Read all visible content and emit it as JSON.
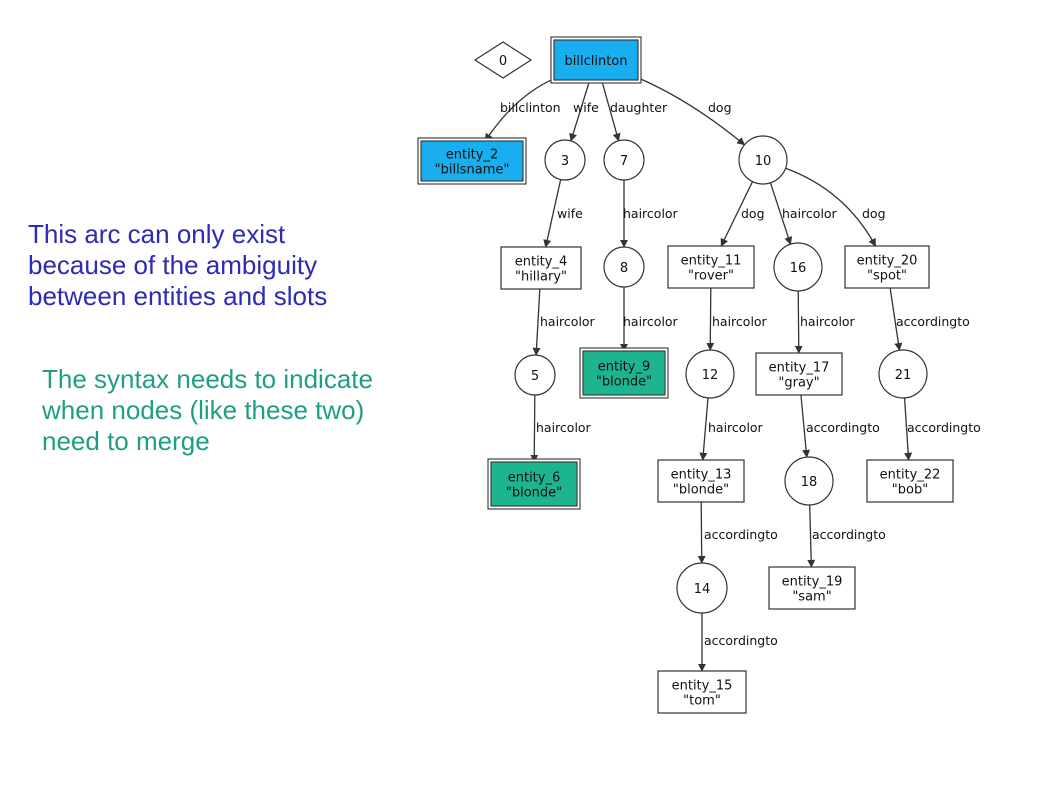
{
  "notes": {
    "arc_note": [
      "This arc can only exist",
      "because of the ambiguity",
      "between entities and slots"
    ],
    "merge_note": [
      "The syntax needs to indicate",
      "when nodes (like these two)",
      "need to merge"
    ]
  },
  "colors": {
    "highlight_blue": "#18aef0",
    "highlight_green": "#1db58f",
    "note_blue": "#2b2bb3",
    "note_green": "#1f9e86",
    "stroke": "#333333"
  },
  "graph": {
    "nodes": [
      {
        "id": "n0",
        "shape": "diamond",
        "lines": [
          "0"
        ]
      },
      {
        "id": "billclinton",
        "shape": "box",
        "style": "blue",
        "lines": [
          "billclinton"
        ]
      },
      {
        "id": "entity_2",
        "shape": "box",
        "style": "blue",
        "lines": [
          "entity_2",
          "\"billsname\""
        ]
      },
      {
        "id": "n3",
        "shape": "circle",
        "lines": [
          "3"
        ]
      },
      {
        "id": "n7",
        "shape": "circle",
        "lines": [
          "7"
        ]
      },
      {
        "id": "n10",
        "shape": "circle",
        "lines": [
          "10"
        ]
      },
      {
        "id": "entity_4",
        "shape": "box",
        "lines": [
          "entity_4",
          "\"hillary\""
        ]
      },
      {
        "id": "n8",
        "shape": "circle",
        "lines": [
          "8"
        ]
      },
      {
        "id": "entity_11",
        "shape": "box",
        "lines": [
          "entity_11",
          "\"rover\""
        ]
      },
      {
        "id": "n16",
        "shape": "circle",
        "lines": [
          "16"
        ]
      },
      {
        "id": "entity_20",
        "shape": "box",
        "lines": [
          "entity_20",
          "\"spot\""
        ]
      },
      {
        "id": "n5",
        "shape": "circle",
        "lines": [
          "5"
        ]
      },
      {
        "id": "entity_9",
        "shape": "box",
        "style": "green",
        "lines": [
          "entity_9",
          "\"blonde\""
        ]
      },
      {
        "id": "n12",
        "shape": "circle",
        "lines": [
          "12"
        ]
      },
      {
        "id": "entity_17",
        "shape": "box",
        "lines": [
          "entity_17",
          "\"gray\""
        ]
      },
      {
        "id": "n21",
        "shape": "circle",
        "lines": [
          "21"
        ]
      },
      {
        "id": "entity_6",
        "shape": "box",
        "style": "green",
        "lines": [
          "entity_6",
          "\"blonde\""
        ]
      },
      {
        "id": "entity_13",
        "shape": "box",
        "lines": [
          "entity_13",
          "\"blonde\""
        ]
      },
      {
        "id": "n18",
        "shape": "circle",
        "lines": [
          "18"
        ]
      },
      {
        "id": "entity_22",
        "shape": "box",
        "lines": [
          "entity_22",
          "\"bob\""
        ]
      },
      {
        "id": "n14",
        "shape": "circle",
        "lines": [
          "14"
        ]
      },
      {
        "id": "entity_19",
        "shape": "box",
        "lines": [
          "entity_19",
          "\"sam\""
        ]
      },
      {
        "id": "entity_15",
        "shape": "box",
        "lines": [
          "entity_15",
          "\"tom\""
        ]
      }
    ],
    "edges": [
      {
        "from": "billclinton",
        "to": "entity_2",
        "label": "billclinton"
      },
      {
        "from": "billclinton",
        "to": "n3",
        "label": "wife"
      },
      {
        "from": "billclinton",
        "to": "n7",
        "label": "daughter"
      },
      {
        "from": "billclinton",
        "to": "n10",
        "label": "dog"
      },
      {
        "from": "n3",
        "to": "entity_4",
        "label": "wife"
      },
      {
        "from": "n7",
        "to": "n8",
        "label": "haircolor"
      },
      {
        "from": "n10",
        "to": "entity_11",
        "label": "dog"
      },
      {
        "from": "n10",
        "to": "n16",
        "label": "haircolor"
      },
      {
        "from": "n10",
        "to": "entity_20",
        "label": "dog"
      },
      {
        "from": "entity_4",
        "to": "n5",
        "label": "haircolor"
      },
      {
        "from": "n8",
        "to": "entity_9",
        "label": "haircolor"
      },
      {
        "from": "entity_11",
        "to": "n12",
        "label": "haircolor"
      },
      {
        "from": "n16",
        "to": "entity_17",
        "label": "haircolor"
      },
      {
        "from": "entity_20",
        "to": "n21",
        "label": "accordingto"
      },
      {
        "from": "n5",
        "to": "entity_6",
        "label": "haircolor"
      },
      {
        "from": "n12",
        "to": "entity_13",
        "label": "haircolor"
      },
      {
        "from": "entity_17",
        "to": "n18",
        "label": "accordingto"
      },
      {
        "from": "n21",
        "to": "entity_22",
        "label": "accordingto"
      },
      {
        "from": "entity_13",
        "to": "n14",
        "label": "accordingto"
      },
      {
        "from": "n18",
        "to": "entity_19",
        "label": "accordingto"
      },
      {
        "from": "n14",
        "to": "entity_15",
        "label": "accordingto"
      }
    ]
  }
}
